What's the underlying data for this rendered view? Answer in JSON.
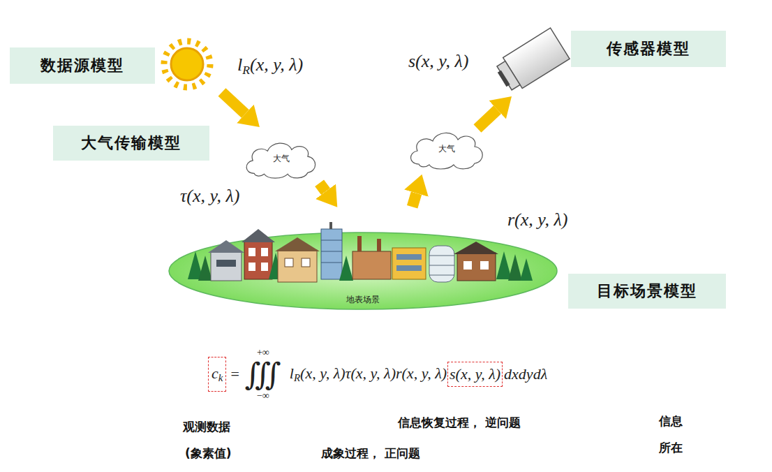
{
  "diagram": {
    "nodes": [
      {
        "text": [
          "数据源模型"
        ]
      },
      {
        "text": [
          "传感器模型"
        ]
      },
      {
        "text": [
          "大气传输模型"
        ]
      },
      {
        "text": [
          "大气"
        ]
      },
      {
        "text": [
          "大气"
        ]
      },
      {
        "text": [
          "地表场景"
        ]
      },
      {
        "text": [
          "目标场景模型"
        ]
      },
      {
        "text": [
          "ck"
        ]
      },
      {
        "text": [
          "s(x, y, λ)"
        ]
      }
    ],
    "edges": [
      {
        "from": 3,
        "to": 5,
        "arrow": "to"
      },
      {
        "from": 5,
        "to": 4,
        "arrow": "to"
      }
    ],
    "labels": [
      "lR(x, y, λ)",
      "s(x, y, λ)",
      "τ(x, y, λ)",
      "r(x, y, λ)",
      "=",
      "∭",
      "+∞",
      "−∞",
      "lR(x, y, λ)τ(x, y, λ)r(x, y, λ)",
      "dxdydλ",
      "观测数据",
      "(象素值)",
      "信息恢复过程， 逆问题",
      "成象过程， 正问题",
      "信息",
      "所在"
    ]
  }
}
